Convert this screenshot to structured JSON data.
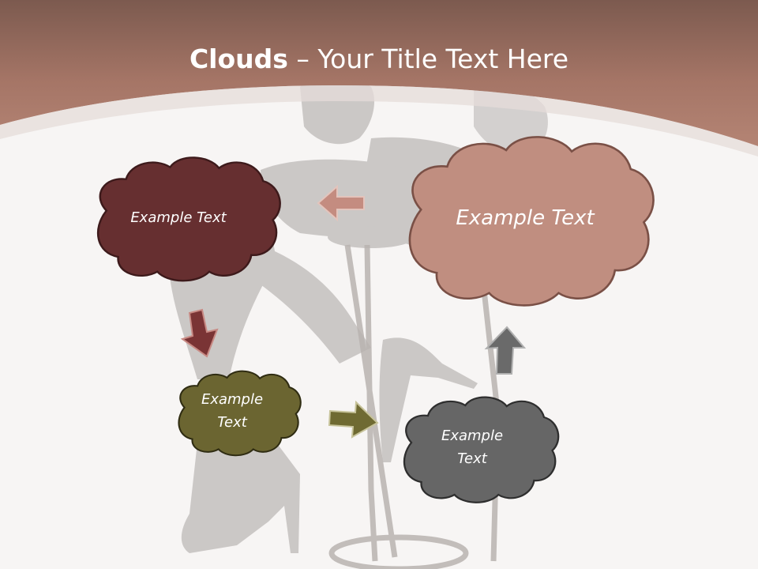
{
  "slide": {
    "title_bold": "Clouds",
    "title_dash": "–",
    "title_rest": "Your Title Text Here"
  },
  "clouds": [
    {
      "name": "dark-red",
      "text": "Example Text",
      "color": "#662f30"
    },
    {
      "name": "rose",
      "text": "Example Text",
      "color": "#c08e80"
    },
    {
      "name": "olive",
      "text": "Example Text",
      "color": "#6b6531"
    },
    {
      "name": "gray",
      "text": "Example Text",
      "color": "#666666"
    }
  ],
  "arrows": [
    {
      "from": "rose",
      "to": "dark-red",
      "direction": "left",
      "color": "#c48c80"
    },
    {
      "from": "dark-red",
      "to": "olive",
      "direction": "down",
      "color": "#7a3435"
    },
    {
      "from": "olive",
      "to": "gray",
      "direction": "right",
      "color": "#6f6a32"
    },
    {
      "from": "gray",
      "to": "rose",
      "direction": "up",
      "color": "#6a6a6a"
    }
  ],
  "colors": {
    "header": "#a8776a",
    "background": "#f7f5f4"
  }
}
